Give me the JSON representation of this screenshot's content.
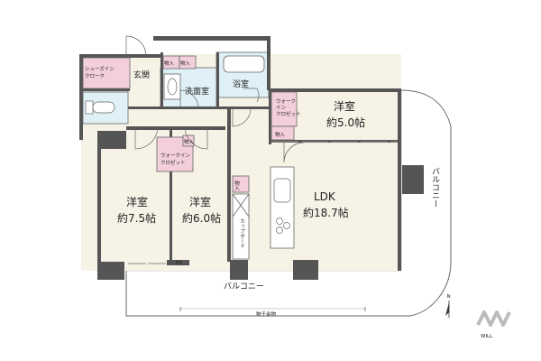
{
  "rooms": {
    "shoe_closet": "シューズイン\nクローク",
    "entrance": "玄関",
    "storage_a": "物入",
    "storage_b": "物入",
    "storage_c": "物入",
    "storage_d": "物入",
    "storage_e": "物入",
    "washroom": "洗面室",
    "bath": "浴室",
    "walkin_closet_v": "ウォーク\nイン\nクロゼット",
    "walkin_closet": "ウォークイン\nクロゼット",
    "bedroom_a_name": "洋室",
    "bedroom_a_size": "約5.0帖",
    "bedroom_b_name": "洋室",
    "bedroom_b_size": "約7.5帖",
    "bedroom_c_name": "洋室",
    "bedroom_c_size": "約6.0帖",
    "ldk_name": "LDK",
    "ldk_size": "約18.7帖",
    "cupboard": "カップボード",
    "ps": "PS"
  },
  "balcony": {
    "bottom": "バルコニー",
    "right": "バルコニー",
    "drying_rack": "物干金物"
  },
  "compass": {
    "north": "N"
  },
  "logo": {
    "text": "WILL"
  },
  "colors": {
    "wall": "#555555",
    "floor": "#f6f2e6",
    "closet": "#f3cfdc",
    "wet_area": "#dff0f6"
  }
}
